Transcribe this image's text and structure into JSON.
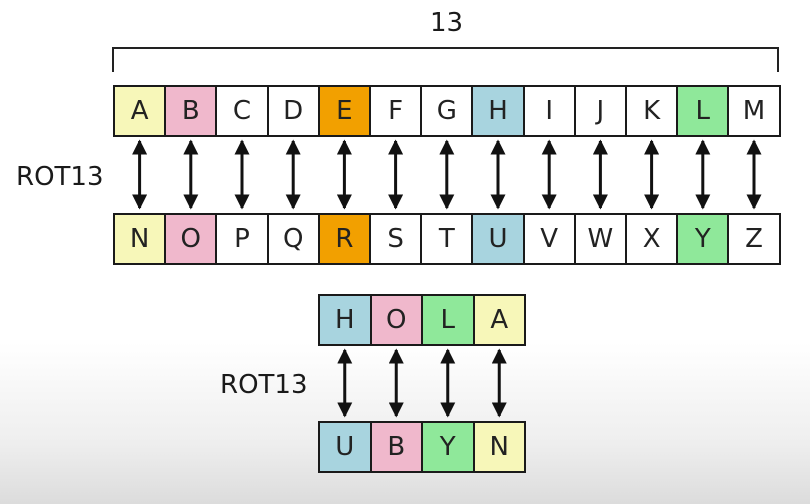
{
  "shift_label": "13",
  "rot_label": "ROT13",
  "colors": {
    "yellow": "#f7f7b9",
    "pink": "#f0b8cc",
    "orange": "#f2a000",
    "blue": "#a8d4df",
    "green": "#8fe89a",
    "white": "#ffffff"
  },
  "alphabet_top": [
    {
      "letter": "A",
      "color": "yellow"
    },
    {
      "letter": "B",
      "color": "pink"
    },
    {
      "letter": "C",
      "color": "white"
    },
    {
      "letter": "D",
      "color": "white"
    },
    {
      "letter": "E",
      "color": "orange"
    },
    {
      "letter": "F",
      "color": "white"
    },
    {
      "letter": "G",
      "color": "white"
    },
    {
      "letter": "H",
      "color": "blue"
    },
    {
      "letter": "I",
      "color": "white"
    },
    {
      "letter": "J",
      "color": "white"
    },
    {
      "letter": "K",
      "color": "white"
    },
    {
      "letter": "L",
      "color": "green"
    },
    {
      "letter": "M",
      "color": "white"
    }
  ],
  "alphabet_bottom": [
    {
      "letter": "N",
      "color": "yellow"
    },
    {
      "letter": "O",
      "color": "pink"
    },
    {
      "letter": "P",
      "color": "white"
    },
    {
      "letter": "Q",
      "color": "white"
    },
    {
      "letter": "R",
      "color": "orange"
    },
    {
      "letter": "S",
      "color": "white"
    },
    {
      "letter": "T",
      "color": "white"
    },
    {
      "letter": "U",
      "color": "blue"
    },
    {
      "letter": "V",
      "color": "white"
    },
    {
      "letter": "W",
      "color": "white"
    },
    {
      "letter": "X",
      "color": "white"
    },
    {
      "letter": "Y",
      "color": "green"
    },
    {
      "letter": "Z",
      "color": "white"
    }
  ],
  "word_top": [
    {
      "letter": "H",
      "color": "blue"
    },
    {
      "letter": "O",
      "color": "pink"
    },
    {
      "letter": "L",
      "color": "green"
    },
    {
      "letter": "A",
      "color": "yellow"
    }
  ],
  "word_bottom": [
    {
      "letter": "U",
      "color": "blue"
    },
    {
      "letter": "B",
      "color": "pink"
    },
    {
      "letter": "Y",
      "color": "green"
    },
    {
      "letter": "N",
      "color": "yellow"
    }
  ]
}
